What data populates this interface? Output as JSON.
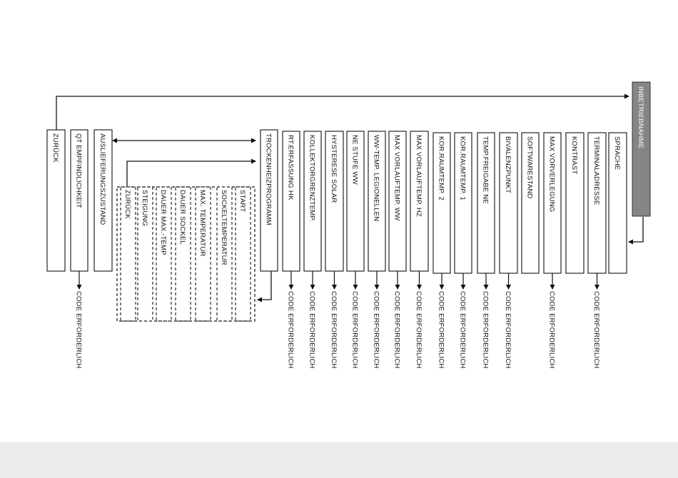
{
  "menu": {
    "root": "INBETRIEBNAHME",
    "items": [
      "ZURÜCK",
      "QT EMPFINDLICHKEIT",
      "AUSLIEFERUNGSZUSTAND",
      "TROCKENHEIZPROGRAMM",
      "RT.ERFASSUNG HK",
      "KOLLEKTORGRENZTEMP.",
      "HYSTERESE SOLAR",
      "NE STUFE WW",
      "WW-TEMP. LEGIONELLEN",
      "MAX VORLAUFTEMP. WW",
      "MAX VORLAUFTEMP. HZ",
      "KOR.RAUMTEMP. 2",
      "KOR.RAUMTEMP. 1",
      "TEMP.FREIGABE NE",
      "BIVALENZPUNKT",
      "SOFTWARESTAND",
      "MAX VORVERLEGUNG",
      "KONTRAST",
      "TERMINALADRESSE",
      "SPRACHE"
    ],
    "subitems": [
      "ZURÜCK",
      "STEIGUNG",
      "DAUER MAX.-TEMP",
      "DAUER SOCKEL",
      "MAX. TEMPERATUR",
      "SOCKELTEMPERATUR",
      "START"
    ],
    "code_note": "CODE ERFORDERLICH"
  }
}
